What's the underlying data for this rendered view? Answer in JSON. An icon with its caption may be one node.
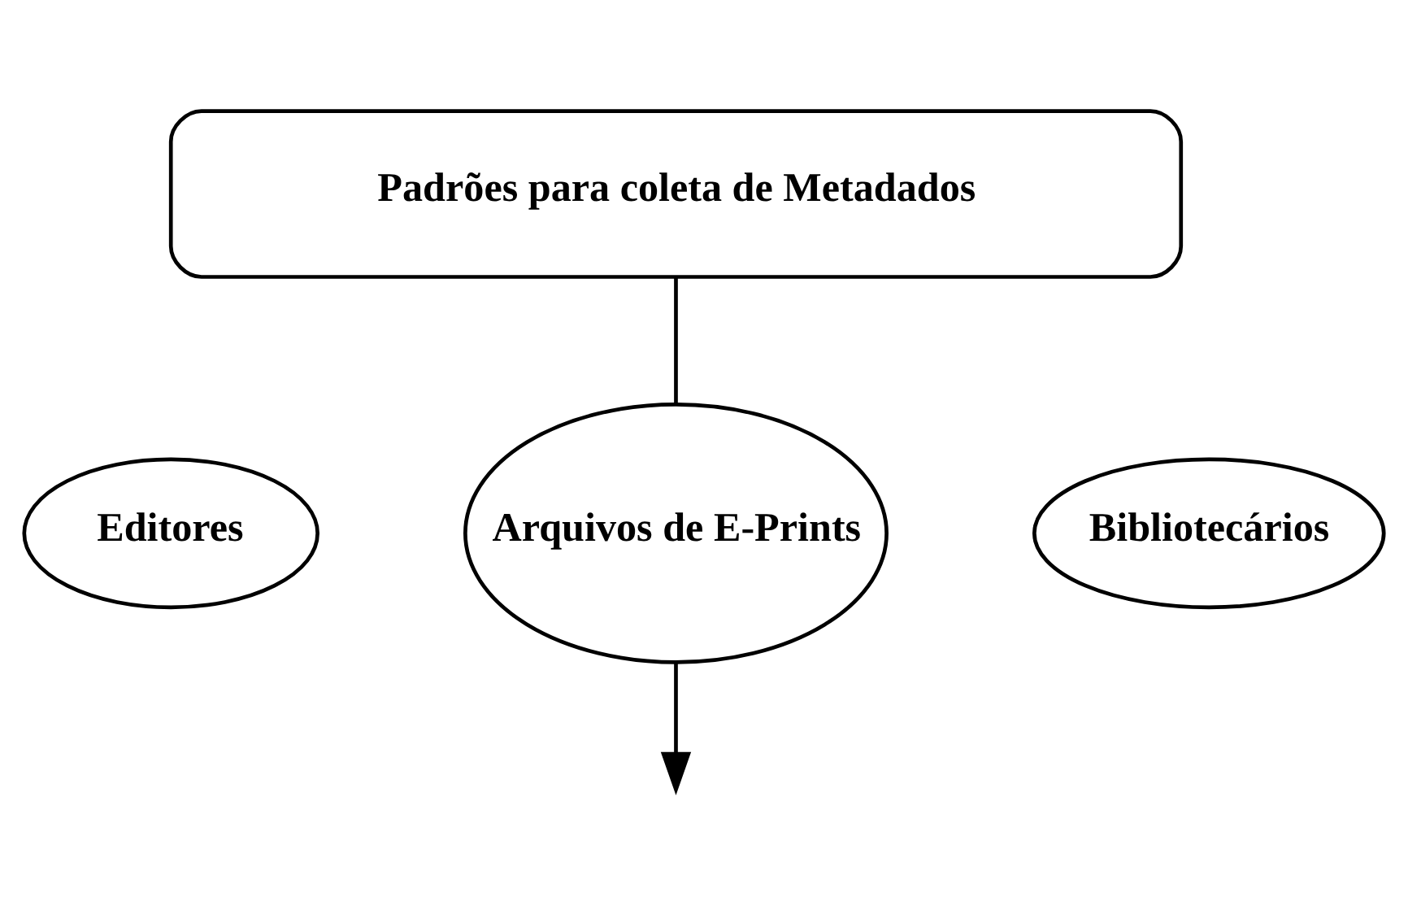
{
  "diagram": {
    "nodes": [
      {
        "text": [
          "Padrões para coleta de Metadados"
        ]
      },
      {
        "text": [
          "Arquivos de E-Prints"
        ]
      },
      {
        "text": [
          "Editores"
        ]
      },
      {
        "text": [
          "Bibliotecários"
        ]
      }
    ],
    "edges": [
      {
        "from": 0,
        "to": 1,
        "arrow": "none"
      },
      {
        "from": 1,
        "to": null,
        "arrow": "to"
      }
    ]
  }
}
